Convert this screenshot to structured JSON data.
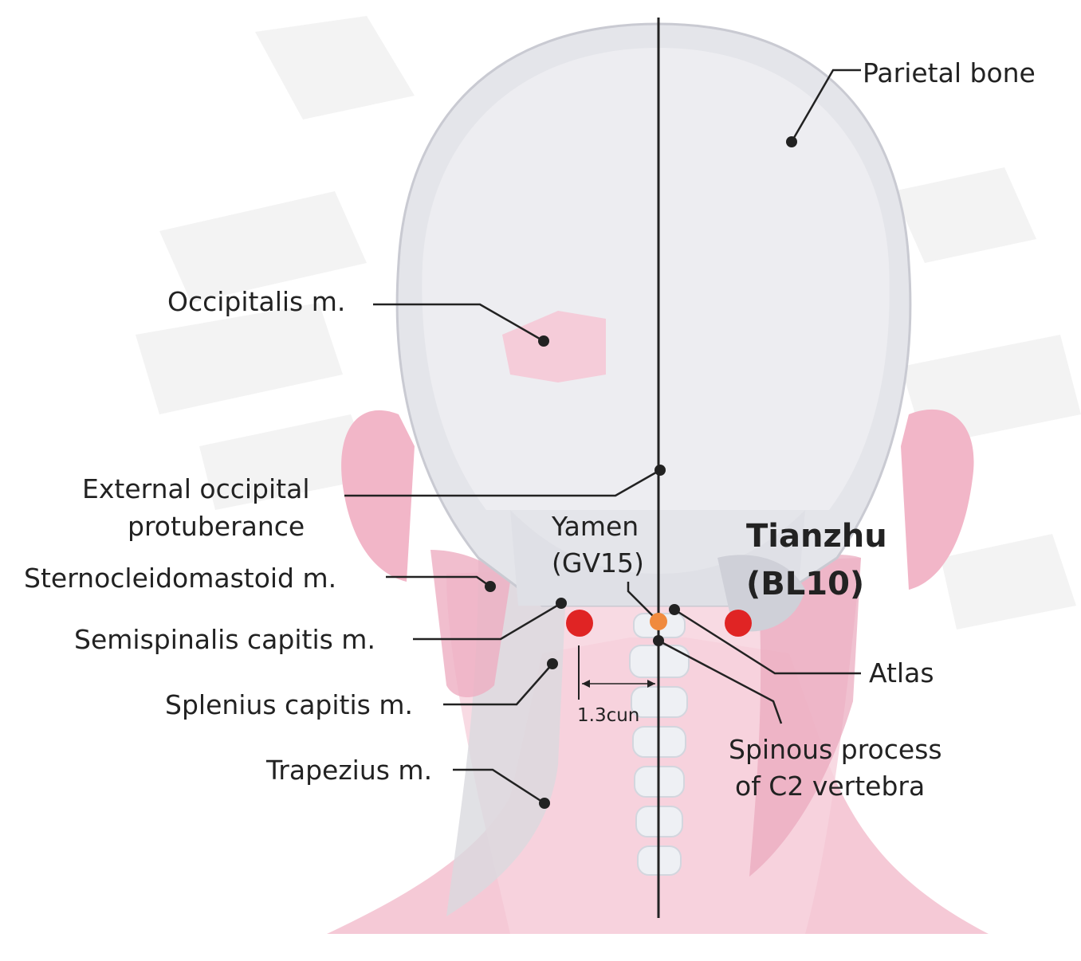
{
  "colors": {
    "acupoint": "#e02424",
    "reference_point": "#f08a3e",
    "leader_line": "#222222",
    "muscle": "#f2b8c8",
    "bone": "#e6e7ec"
  },
  "labels": {
    "parietal_bone": "Parietal bone",
    "occipitalis": "Occipitalis m.",
    "external_occipital_line1": "External occipital",
    "external_occipital_line2": "protuberance",
    "yamen_line1": "Yamen",
    "yamen_line2": "(GV15)",
    "tianzhu_line1": "Tianzhu",
    "tianzhu_line2": "(BL10)",
    "sternocleidomastoid": "Sternocleidomastoid m.",
    "semispinalis": "Semispinalis capitis m.",
    "splenius": "Splenius capitis m.",
    "trapezius": "Trapezius m.",
    "atlas": "Atlas",
    "spinous_line1": "Spinous process",
    "spinous_line2": "of C2 vertebra",
    "measure": "1.3cun"
  }
}
